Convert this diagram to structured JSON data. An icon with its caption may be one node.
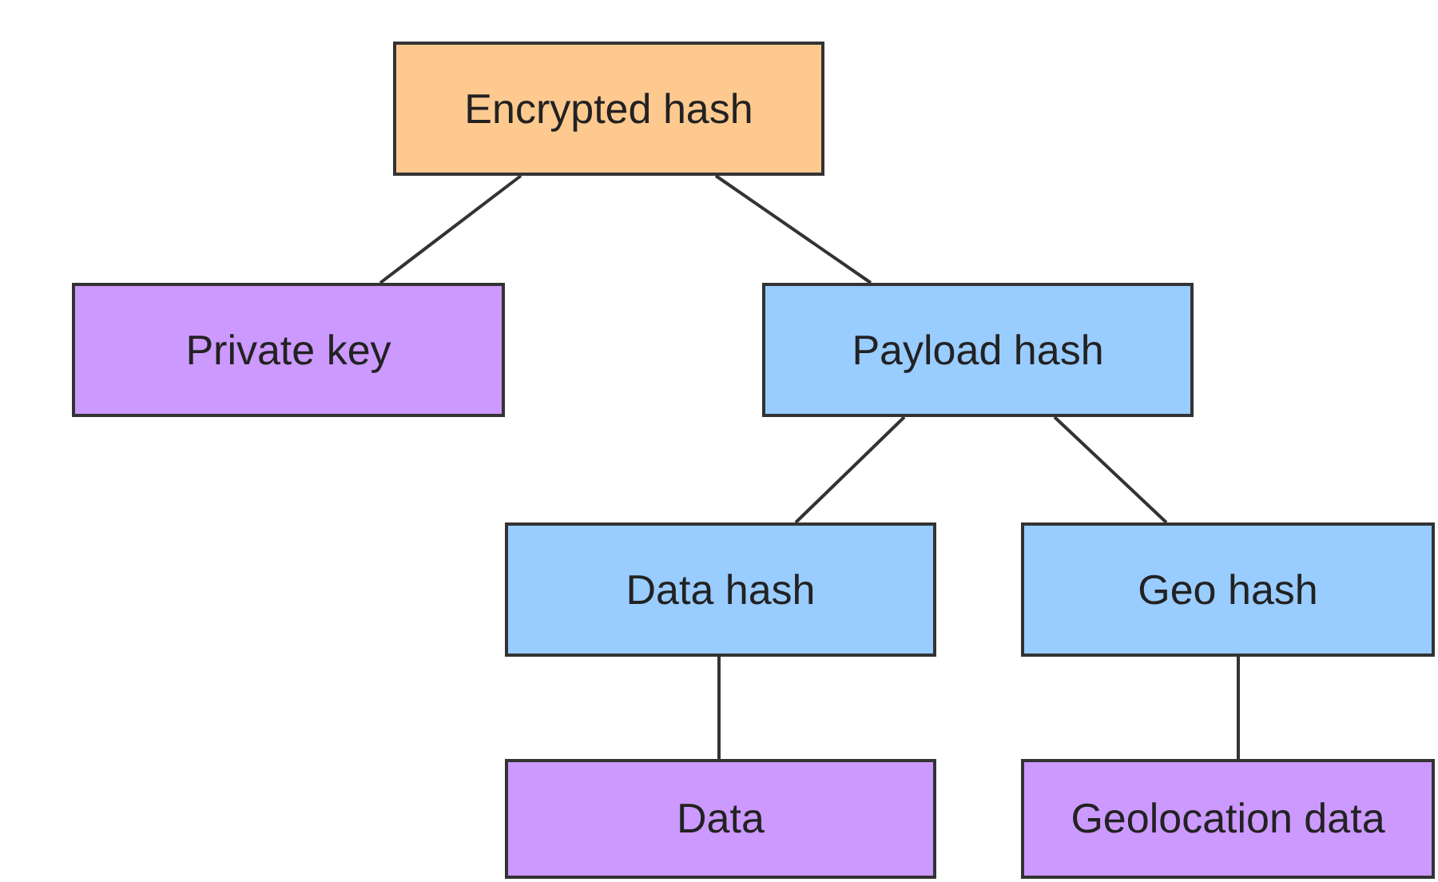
{
  "diagram": {
    "nodes": [
      {
        "text": [
          "Encrypted hash"
        ]
      },
      {
        "text": [
          "Private key"
        ]
      },
      {
        "text": [
          "Payload hash"
        ]
      },
      {
        "text": [
          "Data hash"
        ]
      },
      {
        "text": [
          "Geo hash"
        ]
      },
      {
        "text": [
          "Data"
        ]
      },
      {
        "text": [
          "Geolocation data"
        ]
      }
    ],
    "edges": [
      {
        "from": 0,
        "to": 1,
        "arrow": "none"
      },
      {
        "from": 0,
        "to": 2,
        "arrow": "none"
      },
      {
        "from": 2,
        "to": 3,
        "arrow": "none"
      },
      {
        "from": 2,
        "to": 4,
        "arrow": "none"
      },
      {
        "from": 3,
        "to": 5,
        "arrow": "none"
      },
      {
        "from": 4,
        "to": 6,
        "arrow": "none"
      }
    ]
  }
}
